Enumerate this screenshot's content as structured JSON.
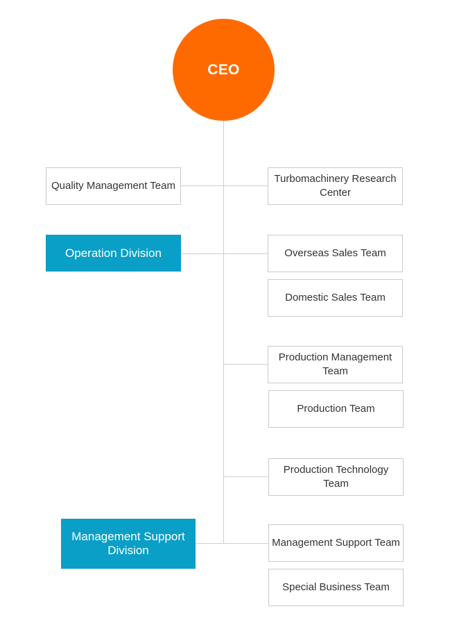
{
  "org_chart": {
    "root": {
      "label": "CEO",
      "color": "#ff6a00"
    },
    "division_color": "#0a9fc6",
    "line_color": "#cfcfcf",
    "left_units": [
      {
        "id": "quality",
        "label": "Quality Management Team",
        "type": "team"
      },
      {
        "id": "operation",
        "label": "Operation Division",
        "type": "division"
      },
      {
        "id": "mgmt-support-div",
        "label": "Management Support Division",
        "type": "division"
      }
    ],
    "right_units": [
      {
        "id": "turbo",
        "label": "Turbomachinery Research Center",
        "type": "team"
      },
      {
        "id": "overseas",
        "label": "Overseas Sales Team",
        "type": "team"
      },
      {
        "id": "domestic",
        "label": "Domestic Sales Team",
        "type": "team"
      },
      {
        "id": "prod-mgmt",
        "label": "Production Management Team",
        "type": "team"
      },
      {
        "id": "production",
        "label": "Production Team",
        "type": "team"
      },
      {
        "id": "prod-tech",
        "label": "Production Technology Team",
        "type": "team"
      },
      {
        "id": "mgmt-support-team",
        "label": "Management Support Team",
        "type": "team"
      },
      {
        "id": "special",
        "label": "Special Business Team",
        "type": "team"
      }
    ]
  }
}
